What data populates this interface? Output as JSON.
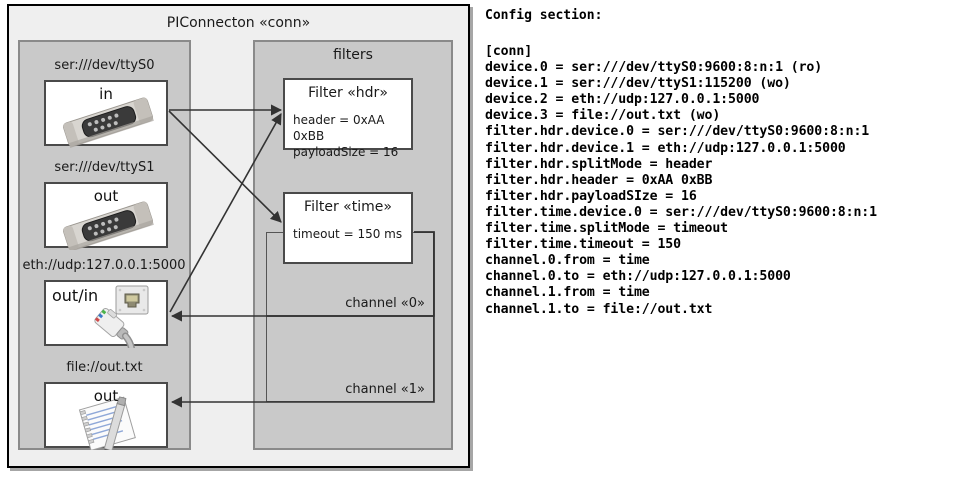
{
  "diagram": {
    "outer_title": "PIConnecton «conn»",
    "devices_panel": {
      "title": "",
      "items": [
        {
          "label": "ser:///dev/ttyS0",
          "io": "in",
          "icon": "serial-port-icon"
        },
        {
          "label": "ser:///dev/ttyS1",
          "io": "out",
          "icon": "serial-port-icon"
        },
        {
          "label": "eth://udp:127.0.0.1:5000",
          "io": "out/in",
          "icon": "ethernet-jack-icon"
        },
        {
          "label": "file://out.txt",
          "io": "out",
          "icon": "text-file-icon"
        }
      ]
    },
    "filters_panel": {
      "title": "filters",
      "filters": [
        {
          "title": "Filter «hdr»",
          "props": [
            "header = 0xAA 0xBB",
            "payloadSize = 16"
          ]
        },
        {
          "title": "Filter «time»",
          "props": [
            "timeout = 150 ms"
          ]
        }
      ],
      "channels": [
        {
          "label": "channel «0»"
        },
        {
          "label": "channel «1»"
        }
      ]
    },
    "colors": {
      "page_background": "#ffffff",
      "outer_fill": "#efefef",
      "panel_fill": "#c9c9c9",
      "panel_border": "#8a8a8a",
      "box_fill": "#ffffff",
      "box_border": "#4a4a4a",
      "line": "#333333"
    }
  },
  "config": {
    "heading": "Config section:",
    "lines": [
      "[conn]",
      "device.0 = ser:///dev/ttyS0:9600:8:n:1 (ro)",
      "device.1 = ser:///dev/ttyS1:115200 (wo)",
      "device.2 = eth://udp:127.0.0.1:5000",
      "device.3 = file://out.txt (wo)",
      "filter.hdr.device.0 = ser:///dev/ttyS0:9600:8:n:1",
      "filter.hdr.device.1 = eth://udp:127.0.0.1:5000",
      "filter.hdr.splitMode = header",
      "filter.hdr.header = 0xAA 0xBB",
      "filter.hdr.payloadSIze = 16",
      "filter.time.device.0 = ser:///dev/ttyS0:9600:8:n:1",
      "filter.time.splitMode = timeout",
      "filter.time.timeout = 150",
      "channel.0.from = time",
      "channel.0.to = eth://udp:127.0.0.1:5000",
      "channel.1.from = time",
      "channel.1.to = file://out.txt"
    ],
    "text": "[conn]\ndevice.0 = ser:///dev/ttyS0:9600:8:n:1 (ro)\ndevice.1 = ser:///dev/ttyS1:115200 (wo)\ndevice.2 = eth://udp:127.0.0.1:5000\ndevice.3 = file://out.txt (wo)\nfilter.hdr.device.0 = ser:///dev/ttyS0:9600:8:n:1\nfilter.hdr.device.1 = eth://udp:127.0.0.1:5000\nfilter.hdr.splitMode = header\nfilter.hdr.header = 0xAA 0xBB\nfilter.hdr.payloadSIze = 16\nfilter.time.device.0 = ser:///dev/ttyS0:9600:8:n:1\nfilter.time.splitMode = timeout\nfilter.time.timeout = 150\nchannel.0.from = time\nchannel.0.to = eth://udp:127.0.0.1:5000\nchannel.1.from = time\nchannel.1.to = file://out.txt"
  }
}
